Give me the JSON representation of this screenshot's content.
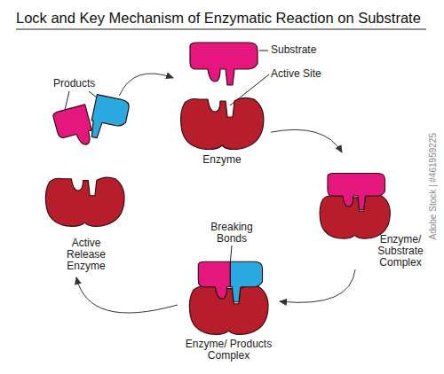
{
  "diagram": {
    "title": "Lock and Key Mechanism of Enzymatic Reaction on Substrate",
    "nodes": [
      {
        "text": [
          "Enzyme"
        ]
      },
      {
        "text": [
          "Enzyme/ Substrate Complex"
        ]
      },
      {
        "text": [
          "Enzyme/ Products Complex"
        ]
      },
      {
        "text": [
          "Active Release Enzyme"
        ]
      }
    ],
    "edges": [
      {
        "from": 0,
        "to": 1,
        "arrow": "to"
      },
      {
        "from": 1,
        "to": 2,
        "arrow": "to"
      },
      {
        "from": 2,
        "to": 3,
        "arrow": "to"
      },
      {
        "from": 3,
        "to": 0,
        "arrow": "to"
      }
    ],
    "labels": [
      "Substrate",
      "Active Site",
      "Products",
      "Breaking Bonds",
      "Adobe Stock | #461959225"
    ]
  }
}
